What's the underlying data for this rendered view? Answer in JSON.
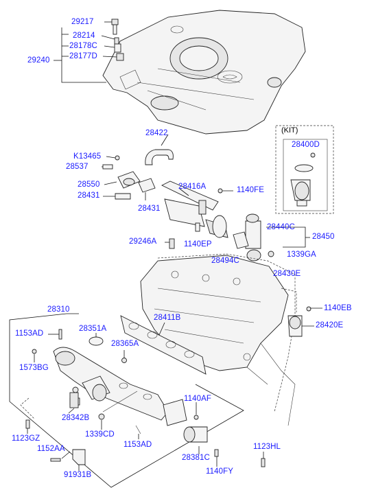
{
  "kit": {
    "title": "(KIT)",
    "part": "28400D"
  },
  "labels": {
    "p29217": "29217",
    "p28214": "28214",
    "p28178C": "28178C",
    "p28177D": "28177D",
    "p29240": "29240",
    "p28422": "28422",
    "pK13465": "K13465",
    "p28537": "28537",
    "p28550": "28550",
    "p28431a": "28431",
    "p28431b": "28431",
    "p28416A": "28416A",
    "p1140FE": "1140FE",
    "p28440C": "28440C",
    "p28450": "28450",
    "p29246A": "29246A",
    "p1140EP": "1140EP",
    "p28494C": "28494C",
    "p1339GA": "1339GA",
    "p28430E": "28430E",
    "p28310": "28310",
    "p1140EB": "1140EB",
    "p28411B": "28411B",
    "p28420E": "28420E",
    "p1153ADa": "1153AD",
    "p28351A": "28351A",
    "p28365A": "28365A",
    "p1573BG": "1573BG",
    "p1140AF": "1140AF",
    "p28342B": "28342B",
    "p1339CD": "1339CD",
    "p1123GZ": "1123GZ",
    "p1153ADb": "1153AD",
    "p28381C": "28381C",
    "p1152AA": "1152AA",
    "p1123HL": "1123HL",
    "p91931B": "91931B",
    "p1140FY": "1140FY"
  }
}
